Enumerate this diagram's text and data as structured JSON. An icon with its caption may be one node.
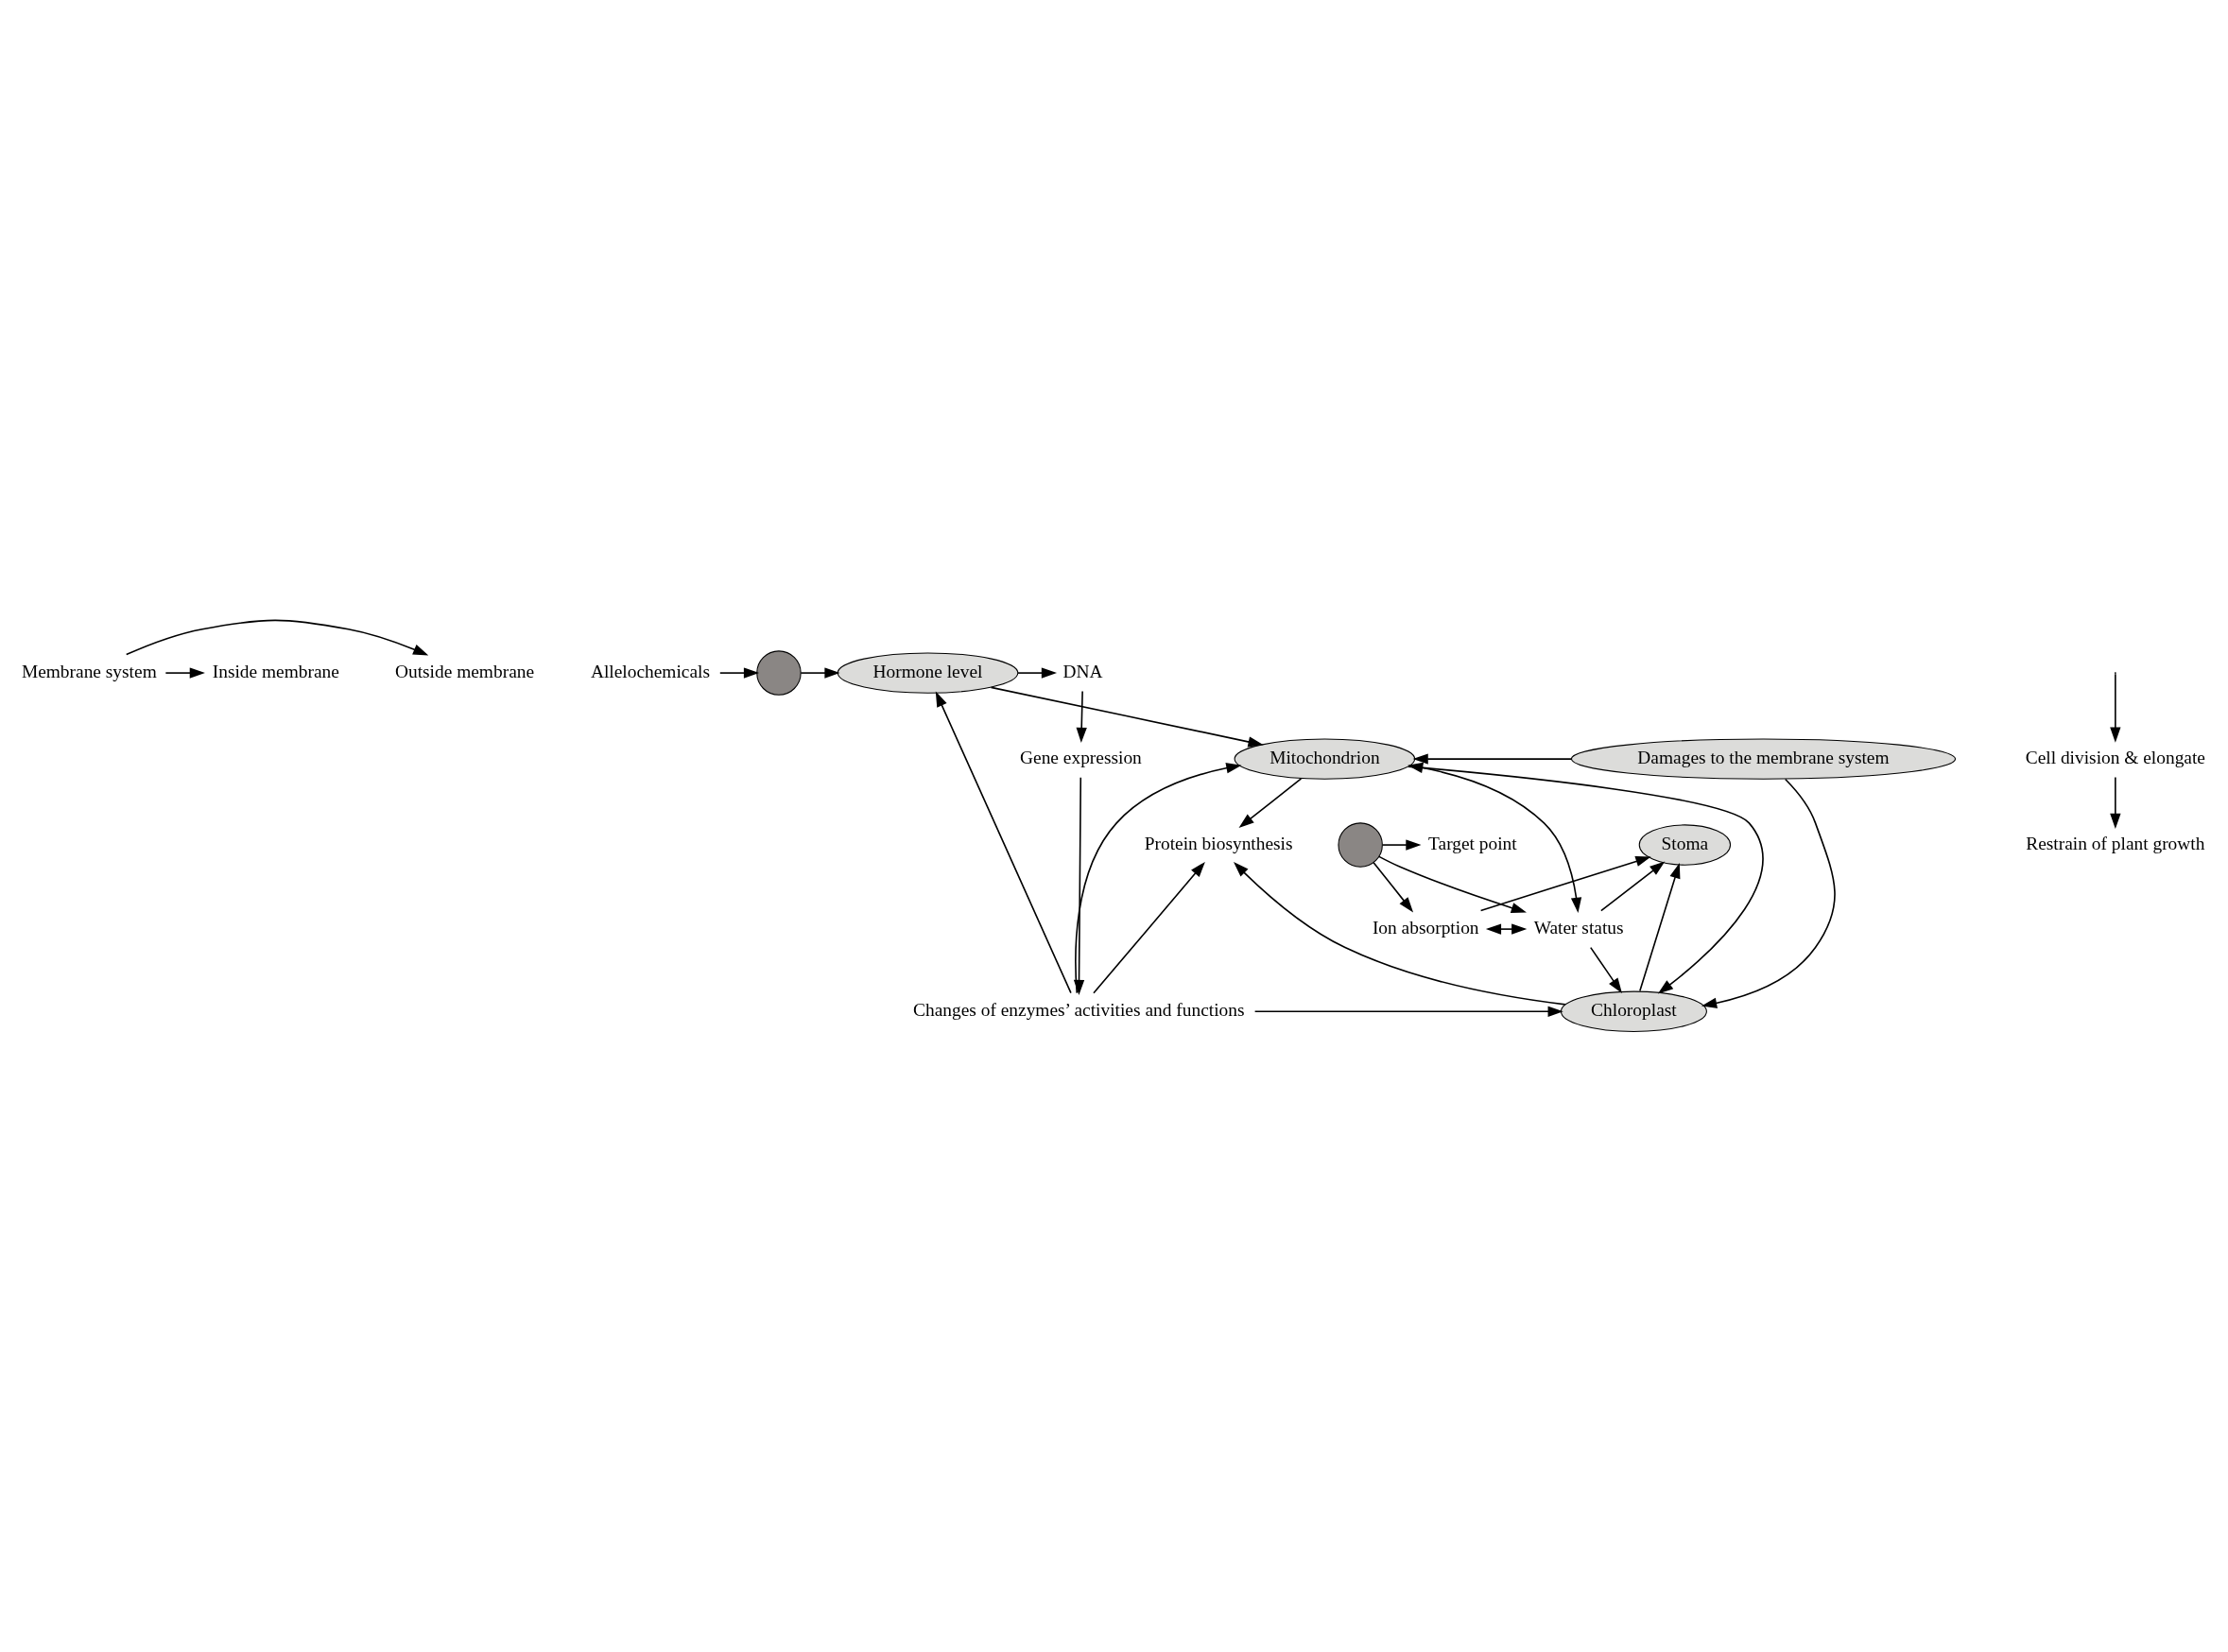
{
  "diagram": {
    "nodes": [
      {
        "text": [
          "Outside membrane"
        ]
      },
      {
        "text": [
          "Membrane system"
        ]
      },
      {
        "text": [
          "Inside membrane"
        ]
      },
      {
        "text": [
          "Allelochemicals"
        ]
      },
      {
        "text": [],
        "shape": "circle"
      },
      {
        "text": [
          "Damages to the membrane system"
        ]
      },
      {
        "text": [],
        "shape": "circle"
      },
      {
        "text": [
          "Target point"
        ]
      },
      {
        "text": [
          "Hormone level"
        ]
      },
      {
        "text": [
          "DNA"
        ]
      },
      {
        "text": [
          "Gene expression"
        ]
      },
      {
        "text": [
          "Mitochondrion"
        ]
      },
      {
        "text": [
          "Chloroplast"
        ]
      },
      {
        "text": [
          "Changes of enzymes’ activities and functions"
        ]
      },
      {
        "text": [
          "Stoma"
        ]
      },
      {
        "text": [
          "Protein biosynthesis"
        ]
      },
      {
        "text": [
          "Ion absorption"
        ]
      },
      {
        "text": [
          "Water status"
        ]
      },
      {
        "text": [
          "Cell division & elongate"
        ]
      },
      {
        "text": [
          "Restrain of plant growth"
        ]
      }
    ],
    "edges": [
      {
        "from": 1,
        "to": 0,
        "arrow": "to"
      },
      {
        "from": 1,
        "to": 2,
        "arrow": "to"
      },
      {
        "from": 3,
        "to": 4,
        "arrow": "to"
      },
      {
        "from": 4,
        "to": 8,
        "arrow": "to"
      },
      {
        "from": 8,
        "to": 9,
        "arrow": "to"
      },
      {
        "from": 9,
        "to": 10,
        "arrow": "to"
      },
      {
        "from": 10,
        "to": 13,
        "arrow": "to"
      },
      {
        "from": 13,
        "to": 15,
        "arrow": "to"
      },
      {
        "from": 13,
        "to": 8,
        "arrow": "to"
      },
      {
        "from": 13,
        "to": 11,
        "arrow": "to"
      },
      {
        "from": 13,
        "to": 12,
        "arrow": "to"
      },
      {
        "from": 8,
        "to": 11,
        "arrow": "to"
      },
      {
        "from": 11,
        "to": 12,
        "arrow": "to"
      },
      {
        "from": 12,
        "to": 14,
        "arrow": "to"
      },
      {
        "from": 11,
        "to": 15,
        "arrow": "to"
      },
      {
        "from": 12,
        "to": 15,
        "arrow": "to"
      },
      {
        "from": 5,
        "to": 11,
        "arrow": "to"
      },
      {
        "from": 5,
        "to": 12,
        "arrow": "to"
      },
      {
        "from": 6,
        "to": 7,
        "arrow": "to"
      },
      {
        "from": 6,
        "to": 16,
        "arrow": "to"
      },
      {
        "from": 6,
        "to": 17,
        "arrow": "to"
      },
      {
        "from": 16,
        "to": 17,
        "arrow": "both"
      },
      {
        "from": 17,
        "to": 11,
        "arrow": "both"
      },
      {
        "from": 17,
        "to": 12,
        "arrow": "to"
      },
      {
        "from": 17,
        "to": 14,
        "arrow": "to"
      },
      {
        "from": 16,
        "to": 14,
        "arrow": "to"
      },
      {
        "from": null,
        "to": 18,
        "arrow": "to"
      },
      {
        "from": 18,
        "to": 19,
        "arrow": "to"
      }
    ]
  }
}
